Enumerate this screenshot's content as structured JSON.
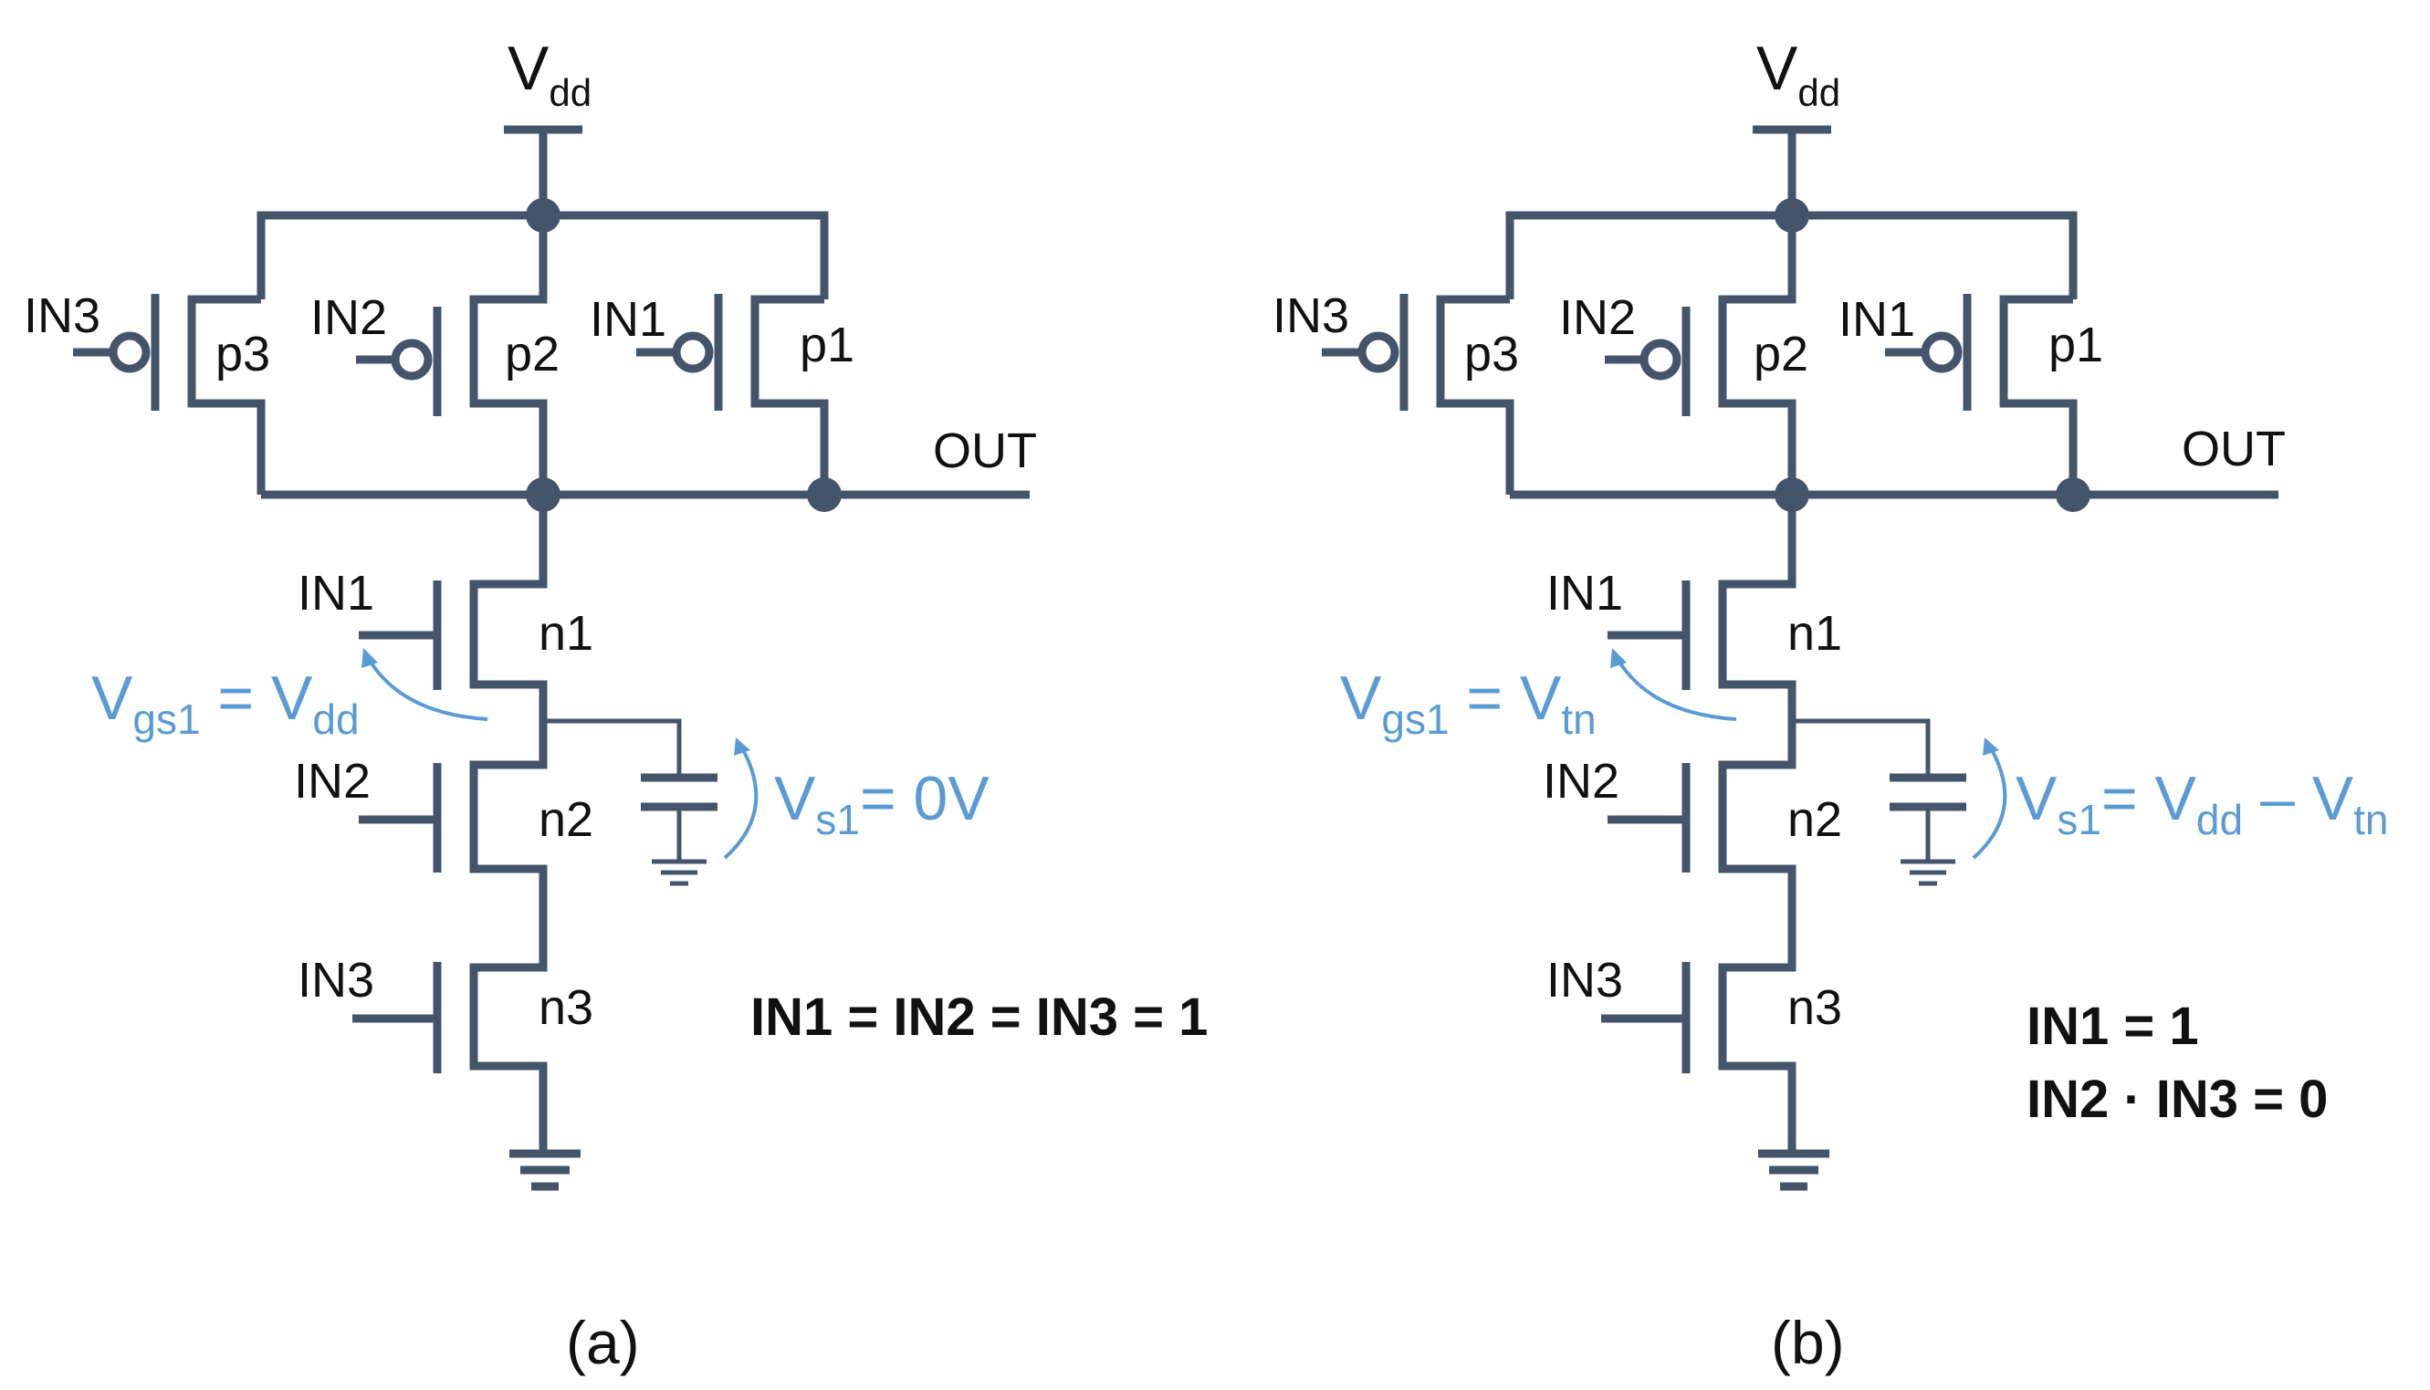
{
  "panels": [
    {
      "supply": {
        "main": "V",
        "sub": "dd"
      },
      "pmos": [
        "p3",
        "p2",
        "p1"
      ],
      "pmos_inputs": [
        "IN3",
        "IN2",
        "IN1"
      ],
      "nmos": [
        "n1",
        "n2",
        "n3"
      ],
      "nmos_inputs": [
        "IN1",
        "IN2",
        "IN3"
      ],
      "output": "OUT",
      "vgs": {
        "a": "V",
        "a_sub": "gs1",
        "eq": " = V",
        "b_sub": "dd"
      },
      "vs": {
        "a": "V",
        "a_sub": "s1",
        "rest": "= 0V",
        "rest2": "",
        "rest2_sub": ""
      },
      "conditions": [
        "IN1 = IN2 = IN3 = 1"
      ],
      "caption": "(a)"
    },
    {
      "supply": {
        "main": "V",
        "sub": "dd"
      },
      "pmos": [
        "p3",
        "p2",
        "p1"
      ],
      "pmos_inputs": [
        "IN3",
        "IN2",
        "IN1"
      ],
      "nmos": [
        "n1",
        "n2",
        "n3"
      ],
      "nmos_inputs": [
        "IN1",
        "IN2",
        "IN3"
      ],
      "output": "OUT",
      "vgs": {
        "a": "V",
        "a_sub": "gs1",
        "eq": " = V",
        "b_sub": "tn"
      },
      "vs": {
        "a": "V",
        "a_sub": "s1",
        "rest": "= V",
        "rest_sub": "dd",
        "rest2": " – V",
        "rest2_sub": "tn"
      },
      "conditions": [
        "IN1 = 1",
        "IN2 · IN3 = 0"
      ],
      "caption": "(b)"
    }
  ],
  "colors": {
    "wire": "#44546a",
    "annotation": "#5b9bd5",
    "text": "#111111"
  }
}
